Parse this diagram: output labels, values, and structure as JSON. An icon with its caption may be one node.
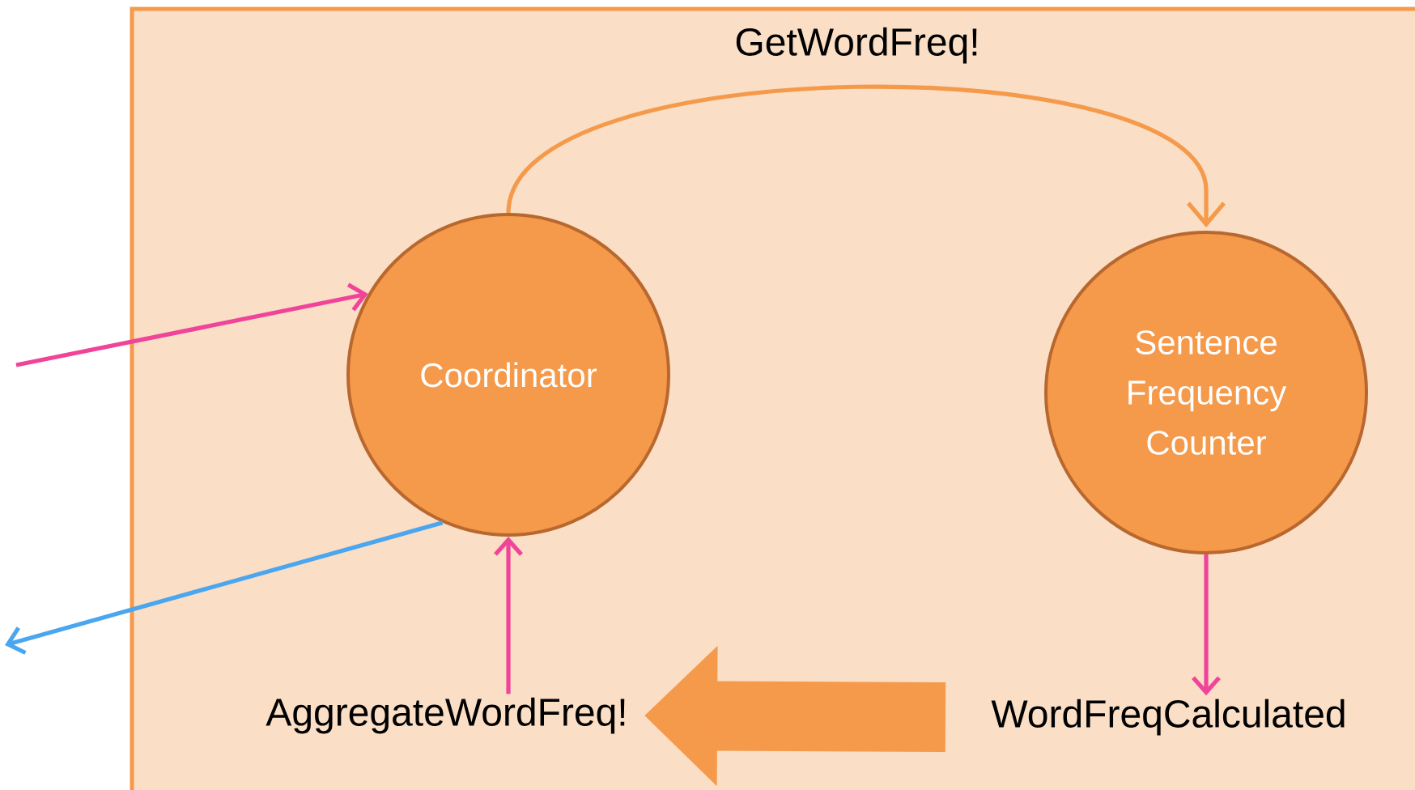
{
  "diagram": {
    "nodes": [
      {
        "text": [
          "Coordinator"
        ]
      },
      {
        "text": [
          "Sentence Frequency Counter"
        ]
      },
      {
        "text": [
          "AggregateWordFreq!"
        ]
      },
      {
        "text": [
          "WordFreqCalculated"
        ]
      }
    ],
    "edges": [
      {
        "from": null,
        "to": 0,
        "arrow": "to"
      },
      {
        "from": 0,
        "to": null,
        "arrow": "to",
        "color": "#4aa6ef"
      },
      {
        "from": 0,
        "to": 1,
        "arrow": "to",
        "label": "GetWordFreq!",
        "color": "#f5994a"
      },
      {
        "from": 2,
        "to": 0,
        "arrow": "to"
      },
      {
        "from": 1,
        "to": 3,
        "arrow": "to"
      },
      {
        "from": 3,
        "to": 2,
        "arrow": "to",
        "style": "thick",
        "color": "#f5994a"
      }
    ]
  }
}
